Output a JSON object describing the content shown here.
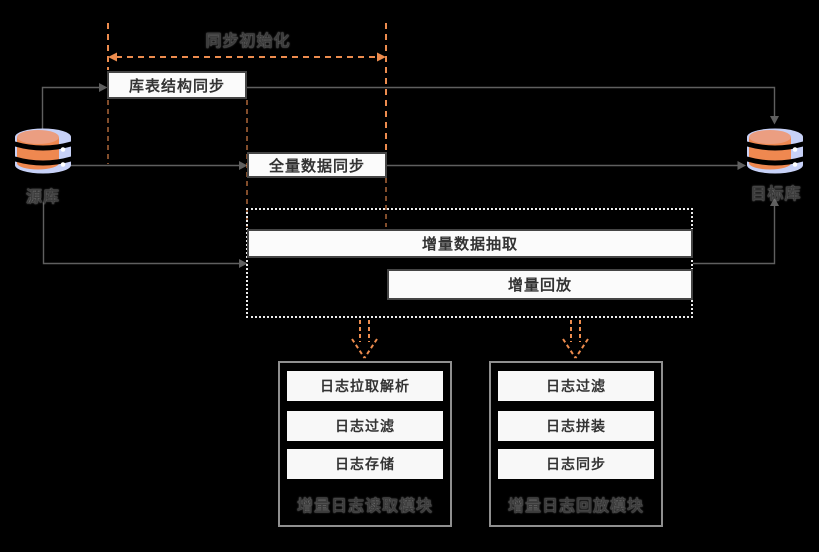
{
  "colors": {
    "background": "#000000",
    "accent_orange": "#ed8c4e",
    "accent_orange_light": "#f5a87e",
    "connector_gray": "#5f5f5f",
    "box_border": "#454545",
    "box_fill": "#fbfbfb",
    "module_border": "#8f8f8f",
    "dotted_border": "#ececec",
    "box_text": "#333333",
    "outer_label_text": "#3c3c3c",
    "db_blue": "#c7d1f7",
    "db_orange": "#ef8850",
    "db_orange_top": "#eb9e81"
  },
  "phase": {
    "sync_init_label": "同步初始化"
  },
  "databases": {
    "source": {
      "label": "源库",
      "icon": "database-cylinder-icon"
    },
    "target": {
      "label": "目标库",
      "icon": "database-cylinder-icon"
    }
  },
  "flow_boxes": {
    "schema_sync": "库表结构同步",
    "full_sync": "全量数据同步",
    "incremental_extract": "增量数据抽取",
    "incremental_replay": "增量回放"
  },
  "modules": [
    {
      "title": "增量日志读取模块",
      "items": [
        "日志拉取解析",
        "日志过滤",
        "日志存储"
      ]
    },
    {
      "title": "增量日志回放模块",
      "items": [
        "日志过滤",
        "日志拼装",
        "日志同步"
      ]
    }
  ]
}
